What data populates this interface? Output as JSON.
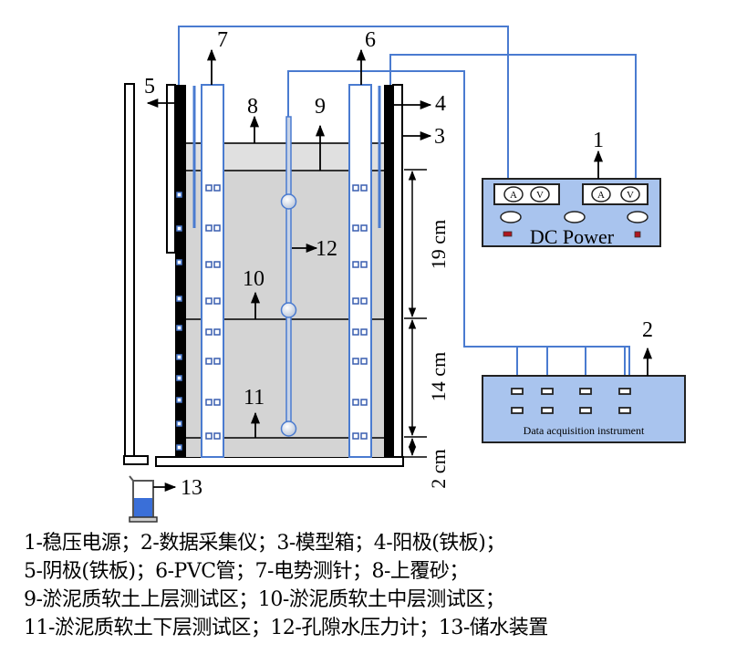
{
  "figure": {
    "labels": {
      "dc_power": "1",
      "data_acquisition": "2",
      "model_box": "3",
      "anode": "4",
      "cathode": "5",
      "pvc_pipe": "6",
      "potential_probe": "7",
      "overlying_sand": "8",
      "upper_test_zone": "9",
      "middle_test_zone": "10",
      "lower_test_zone": "11",
      "pore_pressure_gauge": "12",
      "water_storage": "13"
    },
    "dc_power": {
      "title": "DC Power",
      "meters": [
        "A",
        "V",
        "A",
        "V"
      ]
    },
    "data_acquisition": {
      "title": "Data acquisition instrument",
      "channels": 4
    },
    "dimensions": {
      "upper": "19 cm",
      "middle": "14 cm",
      "lower": "2 cm"
    },
    "colors": {
      "wire": "#4a7bd0",
      "soil": "#d4d4d4",
      "sand": "#e0e0e0",
      "device_fill": "#a9c4ee",
      "water": "#3a6fd8",
      "electrode": "#000000",
      "terminal": "#b0161e"
    }
  },
  "legend": {
    "lines": [
      "1-稳压电源；2-数据采集仪；3-模型箱；4-阳极(铁板)；",
      "5-阴极(铁板)；6-PVC管；7-电势测针；8-上覆砂；",
      "9-淤泥质软土上层测试区；10-淤泥质软土中层测试区；",
      "11-淤泥质软土下层测试区；12-孔隙水压力计；13-储水装置"
    ]
  }
}
